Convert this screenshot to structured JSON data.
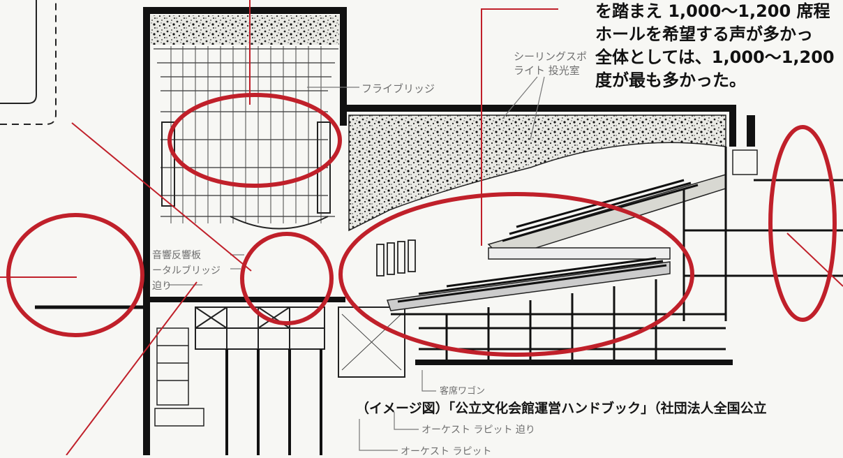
{
  "body_text": {
    "line1": "を踏まえ 1,000～1,200 席程",
    "line2": "ホールを希望する声が多かっ",
    "line3": "全体としては、1,000～1,200",
    "line4": "度が最も多かった。"
  },
  "labels": {
    "ceiling_spot": "シーリングスポ",
    "light_room": "ライト 投光室",
    "fly_bridge": "フライブリッジ",
    "reflector": "音響反響板",
    "portal_bridge": "ータルブリッジ",
    "seri": "迫り",
    "wagon": "客席ワゴン",
    "orchestra_lift": "オーケスト ラピット 迫り",
    "orchestra_pit": "オーケスト ラピット"
  },
  "caption": "（イメージ図）「公立文化会館運営ハンドブック」（社団法人全国公立",
  "colors": {
    "annotation_red": "#c0202a",
    "ink": "#111111",
    "label_gray": "#6f6f6f",
    "paper": "#f7f7f4"
  }
}
